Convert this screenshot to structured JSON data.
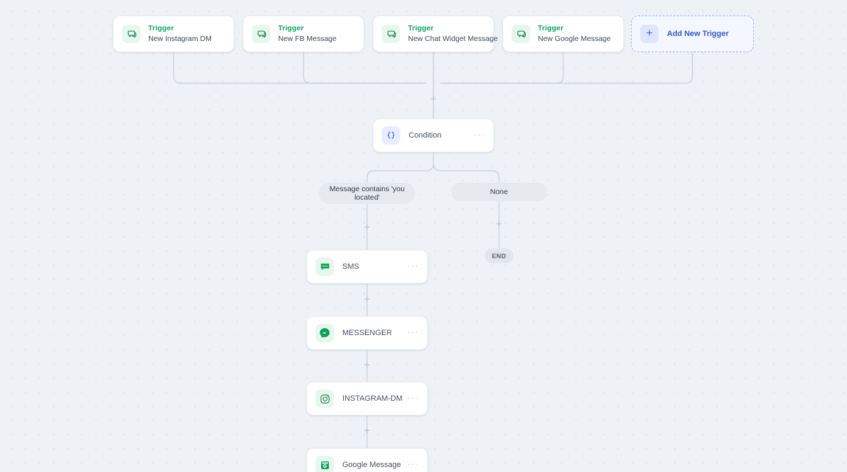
{
  "canvas": {
    "background_color": "#eef1f5",
    "dot_color": "#dfe4ea"
  },
  "triggers": [
    {
      "kind": "Trigger",
      "name": "New Instagram DM",
      "icon": "chat-bubbles-icon"
    },
    {
      "kind": "Trigger",
      "name": "New FB Message",
      "icon": "chat-bubbles-icon"
    },
    {
      "kind": "Trigger",
      "name": "New Chat Widget Message",
      "icon": "chat-bubbles-icon"
    },
    {
      "kind": "Trigger",
      "name": "New Google Message",
      "icon": "chat-bubbles-icon"
    }
  ],
  "add_trigger": {
    "label": "Add New Trigger",
    "icon": "plus-icon",
    "accent_color": "#3457c5",
    "border_color": "#9bb4f5"
  },
  "condition": {
    "label": "Condition",
    "icon": "curly-braces-icon",
    "menu": "···"
  },
  "branches": [
    {
      "label": "Message contains 'you located'"
    },
    {
      "label": "None"
    }
  ],
  "end_node": {
    "label": "END"
  },
  "actions": [
    {
      "label": "SMS",
      "icon": "sms-bubble-icon",
      "menu": "···"
    },
    {
      "label": "MESSENGER",
      "icon": "messenger-icon",
      "menu": "···"
    },
    {
      "label": "INSTAGRAM-DM",
      "icon": "instagram-icon",
      "menu": "···"
    },
    {
      "label": "Google Message",
      "icon": "google-business-icon",
      "menu": "···"
    }
  ],
  "add_step_handles": [
    {
      "name": "add-step-after-triggers"
    },
    {
      "name": "add-step-true-branch"
    },
    {
      "name": "add-step-false-branch"
    },
    {
      "name": "add-step-after-sms"
    },
    {
      "name": "add-step-after-messenger"
    },
    {
      "name": "add-step-after-instagram"
    }
  ],
  "colors": {
    "trigger_accent": "#12a35f",
    "icon_green_bg": "#e7f7ee",
    "icon_blue_bg": "#e8edfd",
    "link_stroke": "#c8cfd8"
  }
}
